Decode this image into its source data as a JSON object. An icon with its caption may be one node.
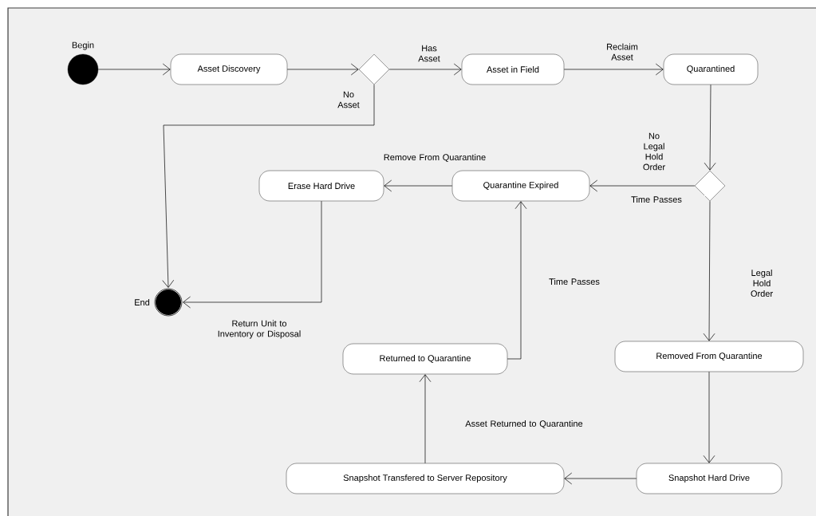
{
  "diagram": {
    "nodes": [
      {
        "text": [],
        "shape": "circle",
        "beside": [
          "Begin"
        ]
      },
      {
        "text": [
          "Asset Discovery"
        ]
      },
      {
        "text": [],
        "shape": "diamond"
      },
      {
        "text": [
          "Asset in Field"
        ]
      },
      {
        "text": [
          "Quarantined"
        ]
      },
      {
        "text": [],
        "shape": "diamond"
      },
      {
        "text": [
          "Quarantine Expired"
        ]
      },
      {
        "text": [
          "Erase Hard Drive"
        ]
      },
      {
        "text": [],
        "shape": "circle",
        "beside": [
          "End"
        ]
      },
      {
        "text": [
          "Returned to Quarantine"
        ]
      },
      {
        "text": [
          "Removed From Quarantine"
        ]
      },
      {
        "text": [
          "Snapshot Transfered to Server Repository"
        ]
      },
      {
        "text": [
          "Snapshot Hard Drive"
        ]
      }
    ],
    "edges": [
      {
        "from": 0,
        "to": 1,
        "arrow": "to"
      },
      {
        "from": 1,
        "to": 2,
        "arrow": "to"
      },
      {
        "from": 2,
        "to": 3,
        "arrow": "to",
        "label": "Has Asset"
      },
      {
        "from": 3,
        "to": 4,
        "arrow": "to",
        "label": "Reclaim Asset"
      },
      {
        "from": 2,
        "to": 8,
        "arrow": "to",
        "label": "No Asset"
      },
      {
        "from": 4,
        "to": 5,
        "arrow": "to"
      },
      {
        "from": 5,
        "to": 6,
        "arrow": "to",
        "label": "No Legal Hold Order"
      },
      {
        "from": 6,
        "to": 7,
        "arrow": "to",
        "label": "Remove From Quarantine"
      },
      {
        "from": 7,
        "to": 8,
        "arrow": "to",
        "label": "Return Unit to Inventory or Disposal"
      },
      {
        "from": 5,
        "to": 10,
        "arrow": "to",
        "label": "Legal Hold Order"
      },
      {
        "from": 10,
        "to": 12,
        "arrow": "to"
      },
      {
        "from": 12,
        "to": 11,
        "arrow": "to"
      },
      {
        "from": 11,
        "to": 9,
        "arrow": "to",
        "label": "Asset Returned to Quarantine"
      },
      {
        "from": 9,
        "to": 6,
        "arrow": "to",
        "label": "Time Passes"
      }
    ],
    "labels": [
      "Time Passes"
    ]
  }
}
